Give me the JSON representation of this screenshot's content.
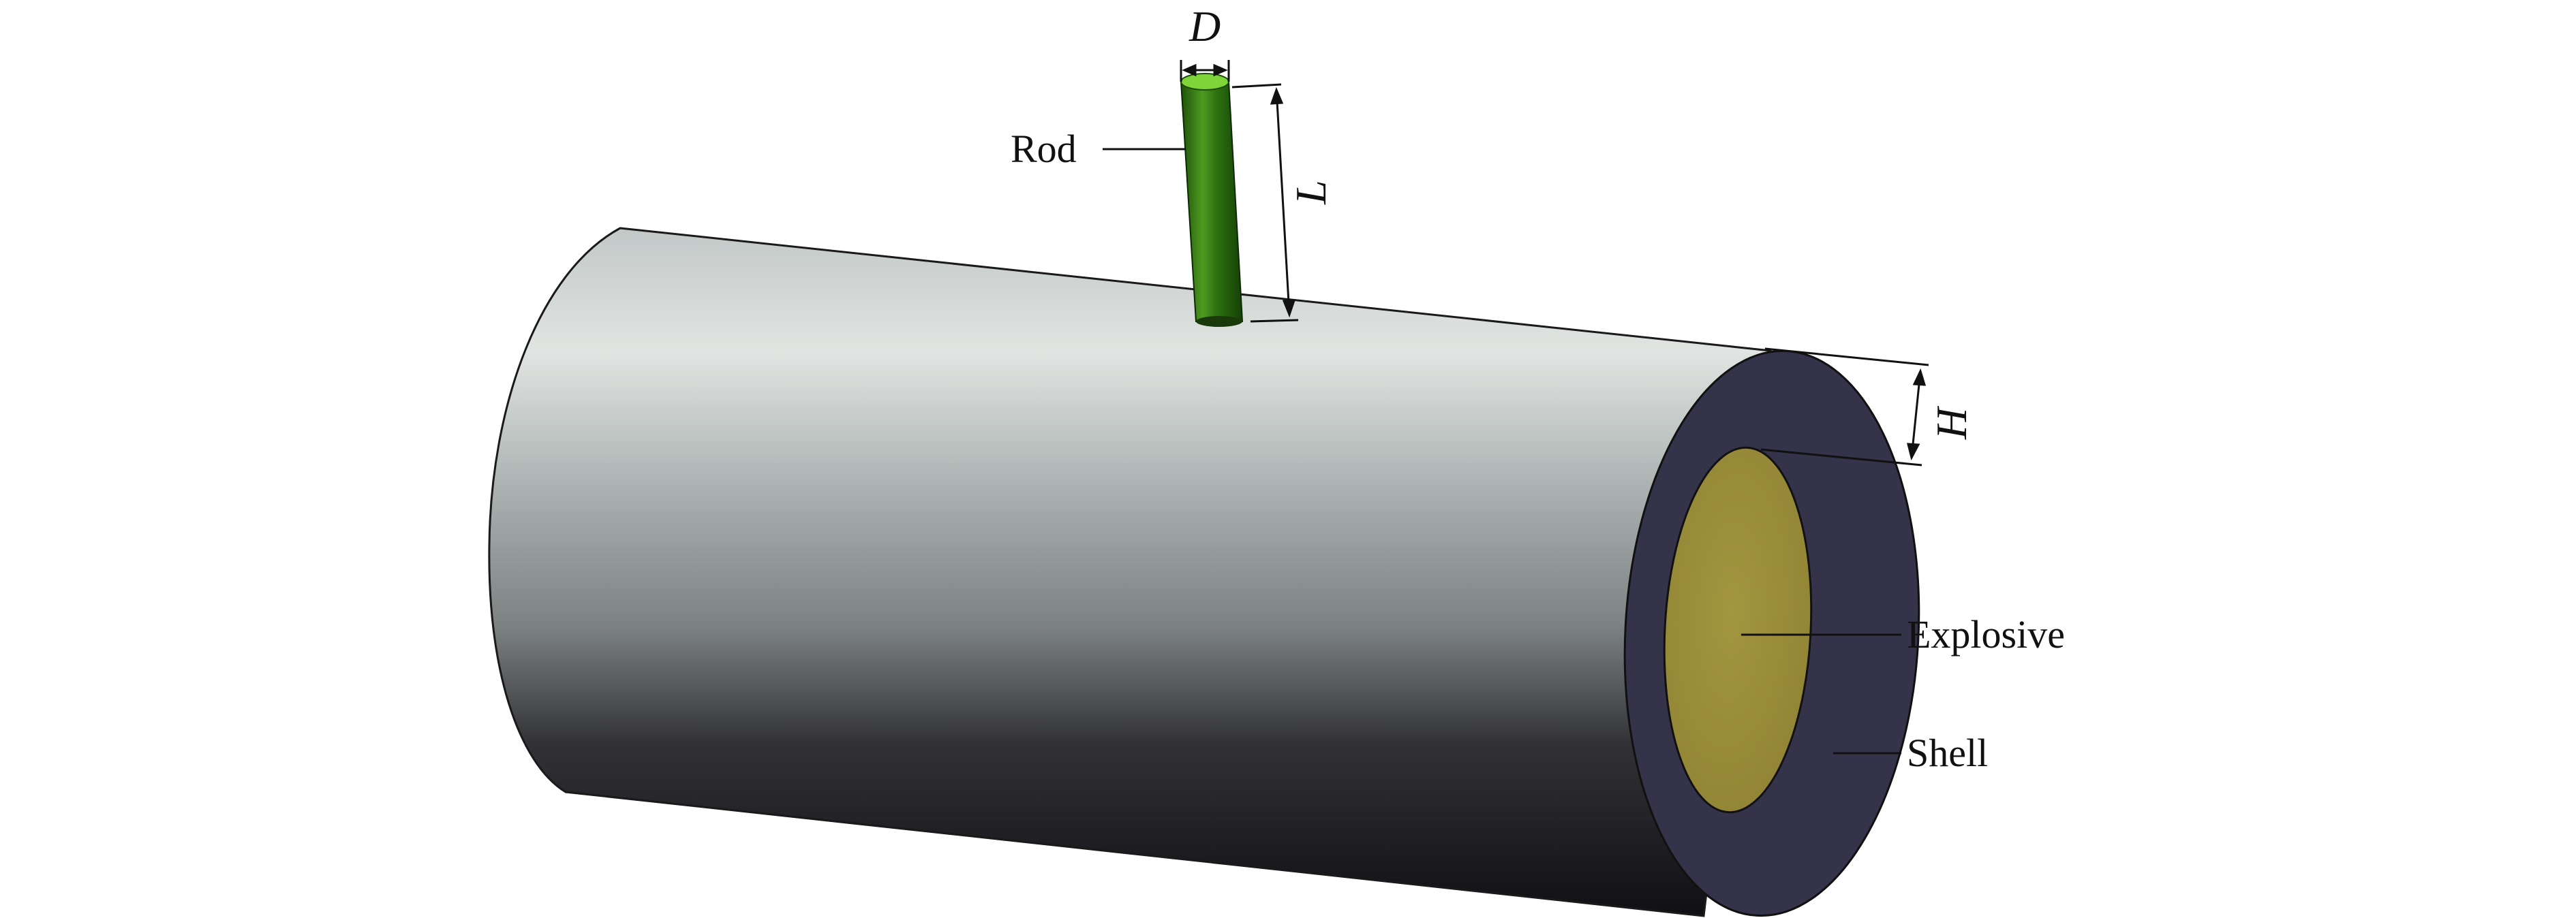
{
  "labels": {
    "rod": "Rod",
    "explosive": "Explosive",
    "shell": "Shell"
  },
  "dimensions": {
    "diameter": "D",
    "length": "L",
    "thickness": "H"
  },
  "colors": {
    "shell_light": "#d9dedb",
    "shell_dark": "#141418",
    "shell_end_face": "#3a3848",
    "explosive": "#9c8e3a",
    "rod_dark": "#1f5a0a",
    "rod_light": "#5fa82a",
    "rod_top": "#7fd43a"
  }
}
